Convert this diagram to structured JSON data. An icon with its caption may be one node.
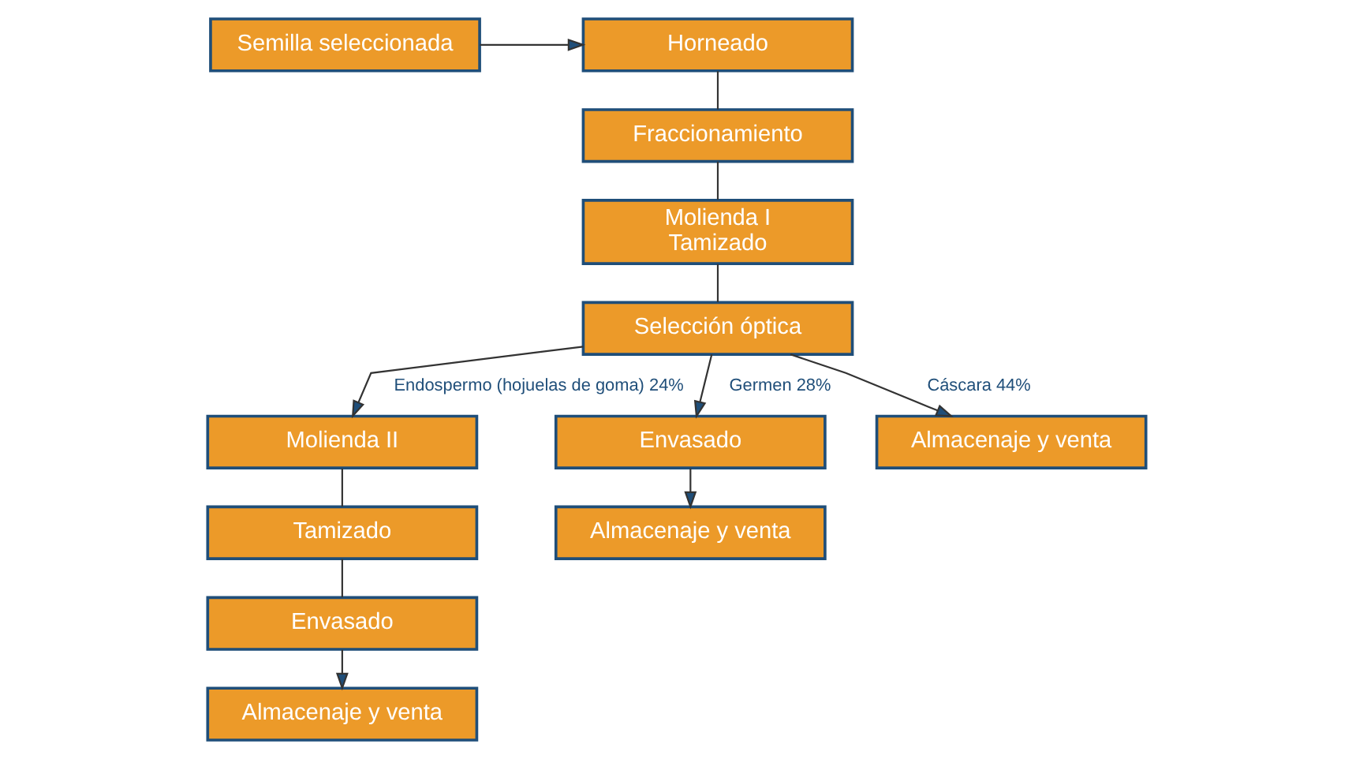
{
  "diagram": {
    "nodes": [
      {
        "text": [
          "Semilla seleccionada"
        ]
      },
      {
        "text": [
          "Horneado"
        ]
      },
      {
        "text": [
          "Fraccionamiento"
        ]
      },
      {
        "text": [
          "Molienda I",
          "Tamizado"
        ]
      },
      {
        "text": [
          "Selección óptica"
        ]
      },
      {
        "text": [
          "Molienda II"
        ]
      },
      {
        "text": [
          "Tamizado"
        ]
      },
      {
        "text": [
          "Envasado"
        ]
      },
      {
        "text": [
          "Almacenaje y venta"
        ]
      },
      {
        "text": [
          "Envasado"
        ]
      },
      {
        "text": [
          "Almacenaje y venta"
        ]
      },
      {
        "text": [
          "Almacenaje y venta"
        ]
      }
    ],
    "edges": [
      {
        "from": 0,
        "to": 1,
        "arrow": "to"
      },
      {
        "from": 1,
        "to": 2,
        "arrow": "none"
      },
      {
        "from": 2,
        "to": 3,
        "arrow": "none"
      },
      {
        "from": 3,
        "to": 4,
        "arrow": "none"
      },
      {
        "from": 4,
        "to": 5,
        "arrow": "to",
        "label": "Endospermo (hojuelas de goma) 24%"
      },
      {
        "from": 4,
        "to": 9,
        "arrow": "to",
        "label": "Germen 28%"
      },
      {
        "from": 4,
        "to": 11,
        "arrow": "to",
        "label": "Cáscara 44%"
      },
      {
        "from": 5,
        "to": 6,
        "arrow": "none"
      },
      {
        "from": 6,
        "to": 7,
        "arrow": "none"
      },
      {
        "from": 7,
        "to": 8,
        "arrow": "to"
      },
      {
        "from": 9,
        "to": 10,
        "arrow": "to"
      }
    ]
  }
}
